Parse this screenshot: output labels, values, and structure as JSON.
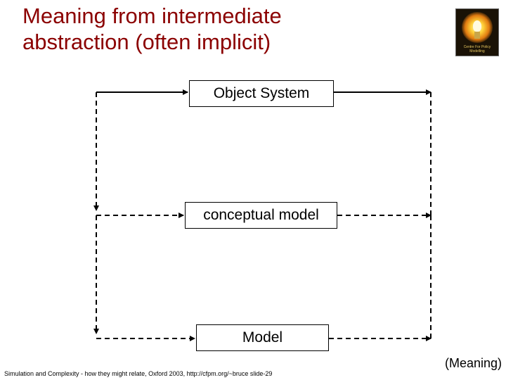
{
  "title": {
    "line1": "Meaning from intermediate",
    "line2": "abstraction (often implicit)"
  },
  "logo": {
    "caption": "Centre For Policy Modelling"
  },
  "boxes": {
    "object_system": "Object System",
    "conceptual_model": "conceptual model",
    "model": "Model"
  },
  "footer": "Simulation and Complexity - how they might relate, Oxford 2003, http://cfpm.org/~bruce slide-29",
  "corner_label": "(Meaning)",
  "colors": {
    "title": "#8b0000",
    "lines": "#000000"
  }
}
